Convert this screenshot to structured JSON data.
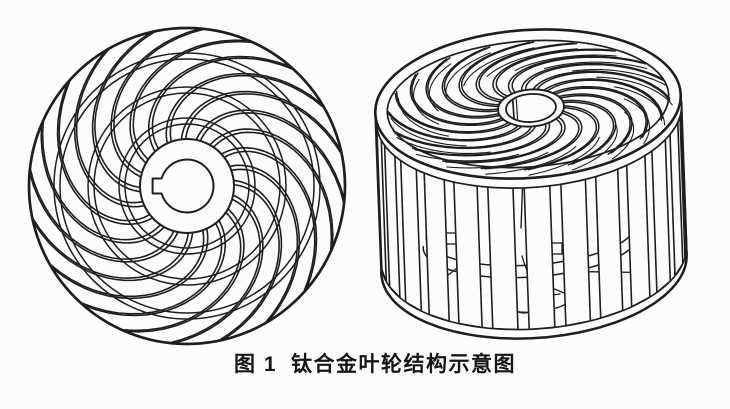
{
  "colors": {
    "paper": "#fcfcfa",
    "ink": "#1e1e1e"
  },
  "figure": {
    "caption": {
      "label": "图 1",
      "title": "钛合金叶轮结构示意图"
    },
    "front_view": {
      "blade_count": 20,
      "support_ring_count": 3,
      "has_keyway_bore": true
    },
    "isometric_view": {
      "top_blade_count": 20,
      "side_slat_count": 26,
      "has_keyway_bore": true
    }
  }
}
